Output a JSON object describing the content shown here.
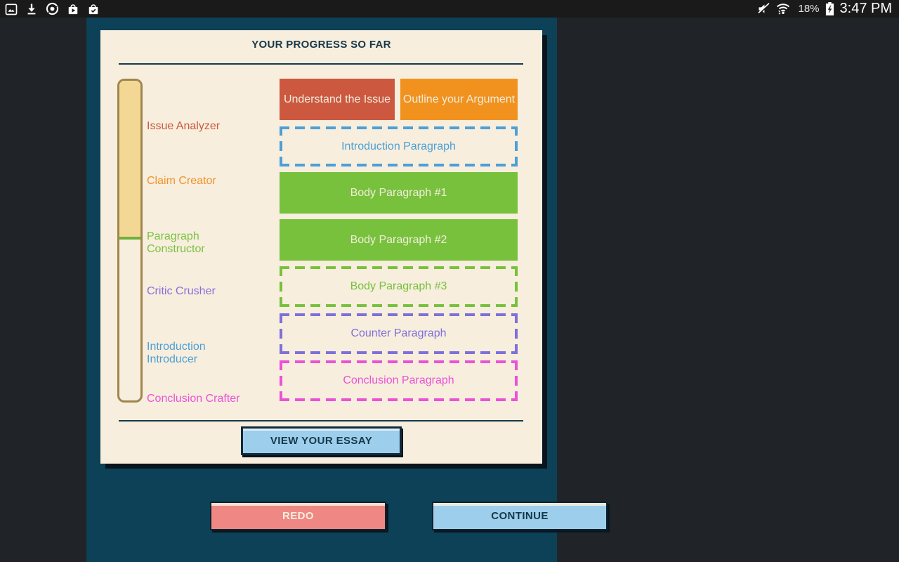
{
  "status_bar": {
    "time": "3:47 PM",
    "battery_percent": "18%",
    "left_icons": [
      "gallery-icon",
      "download-icon",
      "chrome-icon",
      "play-store-icon",
      "bag-check-icon"
    ],
    "right_icons": [
      "volume-muted-icon",
      "wifi-icon",
      "battery-charging-icon"
    ]
  },
  "card": {
    "title": "YOUR PROGRESS SO FAR",
    "progress_fraction": 0.49,
    "milestones": [
      {
        "label": "Issue Analyzer",
        "color": "#cc5840"
      },
      {
        "label": "Claim Creator",
        "color": "#f0922a"
      },
      {
        "label": "Paragraph Constructor",
        "color": "#7bc143"
      },
      {
        "label": "Critic Crusher",
        "color": "#8a70d8"
      },
      {
        "label": "Introduction Introducer",
        "color": "#4d9fd6"
      },
      {
        "label": "Conclusion Crafter",
        "color": "#eb52d6"
      }
    ],
    "steps": [
      {
        "label": "Understand the Issue",
        "state": "complete",
        "color": "#cc5840"
      },
      {
        "label": "Outline your Argument",
        "state": "complete",
        "color": "#f1921f"
      },
      {
        "label": "Introduction Paragraph",
        "state": "incomplete",
        "color": "#4d9fd6"
      },
      {
        "label": "Body Paragraph #1",
        "state": "complete",
        "color": "#77c13d"
      },
      {
        "label": "Body Paragraph #2",
        "state": "complete",
        "color": "#77c13d"
      },
      {
        "label": "Body Paragraph #3",
        "state": "incomplete",
        "color": "#77c13d"
      },
      {
        "label": "Counter Paragraph",
        "state": "incomplete",
        "color": "#7e6fd9"
      },
      {
        "label": "Conclusion Paragraph",
        "state": "incomplete",
        "color": "#eb52d6"
      }
    ],
    "view_essay_button": "VIEW YOUR ESSAY"
  },
  "footer": {
    "redo_button": "REDO",
    "continue_button": "CONTINUE"
  },
  "colors": {
    "outer_bg": "#202428",
    "status_bar_bg": "#1a1a1a",
    "panel_bg": "#0d4157",
    "card_bg": "#f7eedd",
    "track_fill": "#f3d795",
    "track_border": "#a0854e",
    "fill_marker": "#6db33a",
    "title_text": "#17384a",
    "redo_bg": "#ef8784",
    "continue_bg": "#9dcfec"
  }
}
